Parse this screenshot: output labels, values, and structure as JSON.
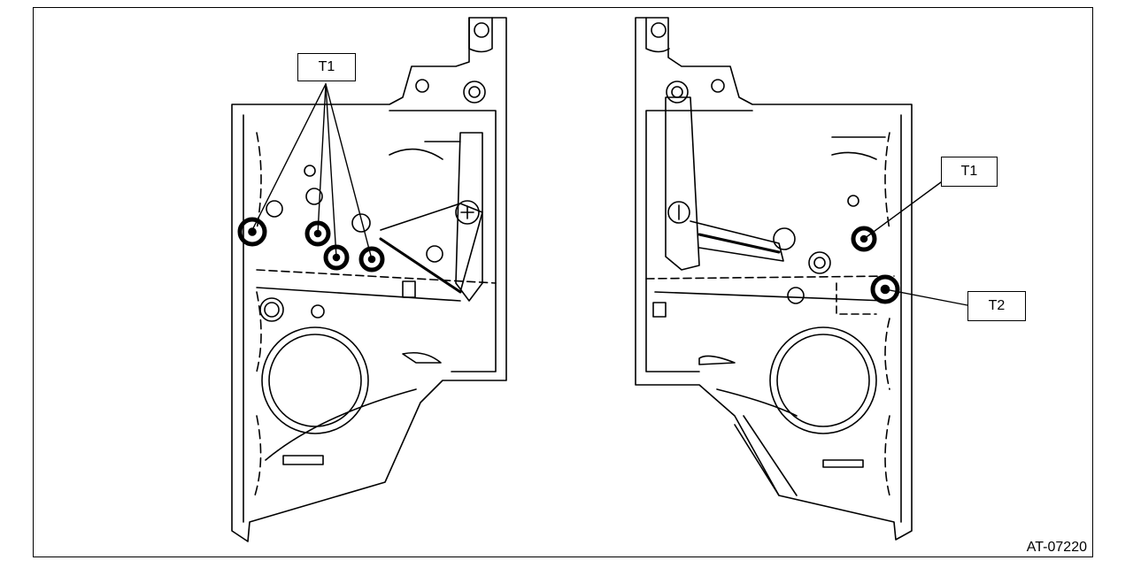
{
  "callouts": {
    "left_t1": "T1",
    "right_t1": "T1",
    "right_t2": "T2"
  },
  "reference_code": "AT-07220",
  "colors": {
    "line": "#000000",
    "background": "#ffffff"
  }
}
